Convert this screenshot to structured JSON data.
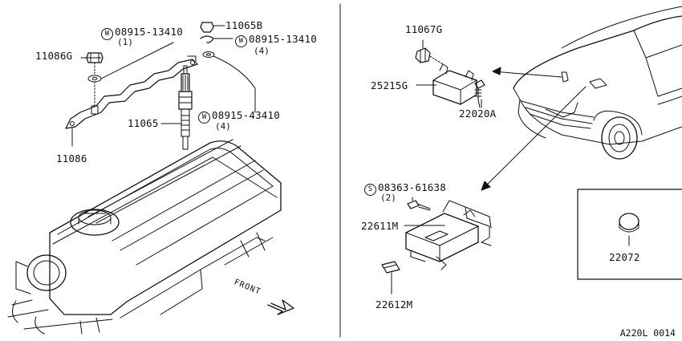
{
  "labels": {
    "w_08915_13410_a": "08915-13410",
    "qty_1": "(1)",
    "p_11065b": "11065B",
    "w_08915_13410_b": "08915-13410",
    "qty_4a": "(4)",
    "p_11086g": "11086G",
    "p_11065": "11065",
    "w_08915_43410": "08915-43410",
    "qty_4b": "(4)",
    "p_11086": "11086",
    "front": "FRONT",
    "p_11067g": "11067G",
    "p_25215g": "25215G",
    "p_22020a": "22020A",
    "s_08363_61638": "08363-61638",
    "qty_2": "(2)",
    "p_22611m": "22611M",
    "p_22612m": "22612M",
    "p_22072": "22072",
    "diagram_code": "A220L 0014"
  },
  "symbols": {
    "washer": "W",
    "screw": "S"
  }
}
